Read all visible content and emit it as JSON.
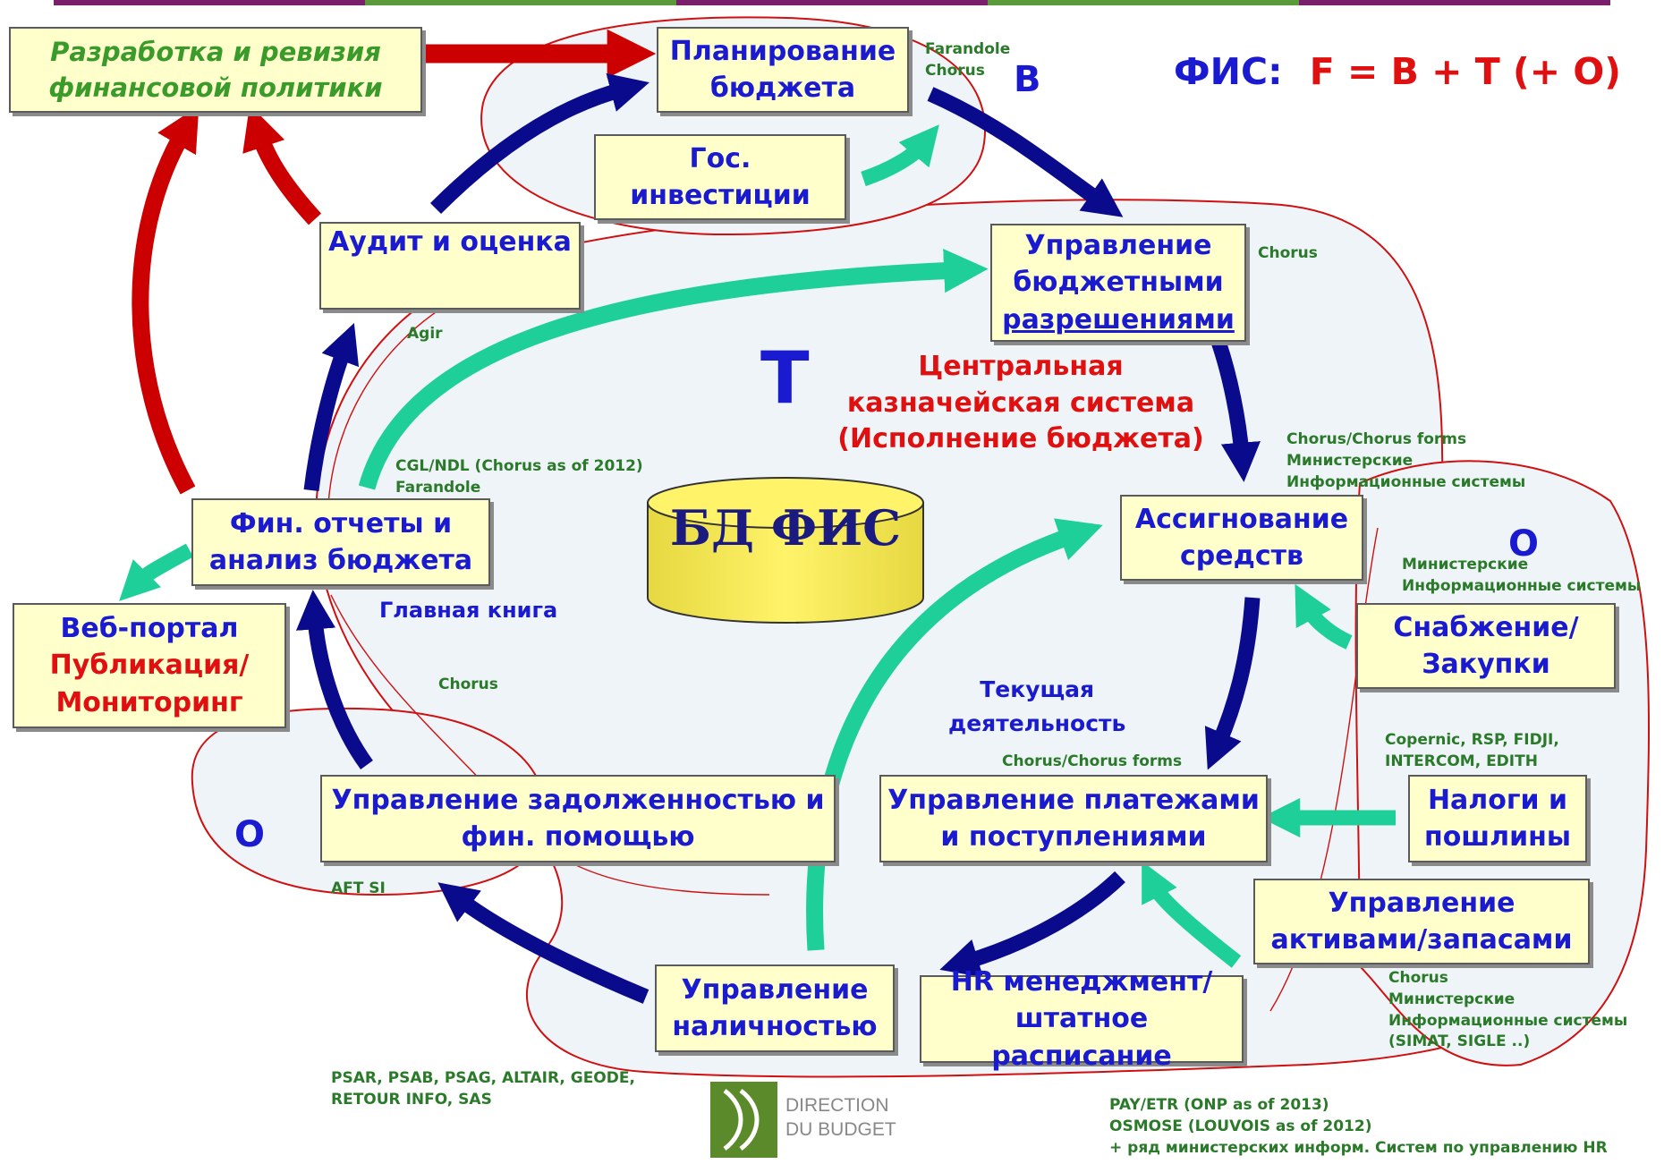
{
  "header_stripe_colors": [
    "#7a1f6b",
    "#5a9a3a",
    "#7a1f6b",
    "#5a9a3a",
    "#7a1f6b"
  ],
  "colors": {
    "blue_arrow": "#0a0a8c",
    "red_arrow": "#cc0000",
    "green_arrow": "#1fcf9a",
    "box_fill": "#ffffcc",
    "zone_fill": "#eef4f8",
    "zone_border": "#d01010",
    "label_green": "#2a7a2a",
    "label_blue": "#1a1ad0"
  },
  "formula": {
    "prefix": "ФИС:",
    "equation": "F = B + T (+ O)"
  },
  "zone_letters": {
    "b": "B",
    "t": "T",
    "o_left": "O",
    "o_right": "O"
  },
  "central_title": {
    "line1": "Центральная",
    "line2": "казначейская система",
    "line3": "(Исполнение бюджета)"
  },
  "database": {
    "label": "БД ФИС"
  },
  "boxes": {
    "policy": {
      "line1": "Разработка и ревизия",
      "line2": "финансовой политики"
    },
    "planning": {
      "line1": "Планирование",
      "line2": "бюджета"
    },
    "investments": {
      "line1": "Гос.",
      "line2": "инвестиции"
    },
    "audit": {
      "line1": "Аудит и оценка"
    },
    "authorizations": {
      "line1": "Управление",
      "line2": "бюджетными",
      "line3": "разрешениями"
    },
    "reports": {
      "line1": "Фин. отчеты и",
      "line2": "анализ бюджета"
    },
    "portal": {
      "line1": "Веб-портал",
      "line2": "Публикация/",
      "line3": "Мониторинг"
    },
    "allocation": {
      "line1": "Ассигнование",
      "line2": "средств"
    },
    "procurement": {
      "line1": "Снабжение/",
      "line2": "Закупки"
    },
    "debt": {
      "line1": "Управление задолженностью и",
      "line2": "фин. помощью"
    },
    "payments": {
      "line1": "Управление платежами",
      "line2": "и поступлениями"
    },
    "taxes": {
      "line1": "Налоги и",
      "line2": "пошлины"
    },
    "assets": {
      "line1": "Управление",
      "line2": "активами/запасами"
    },
    "cash": {
      "line1": "Управление",
      "line2": "наличностью"
    },
    "hr": {
      "line1": "HR менеджмент/",
      "line2": "штатное расписание"
    }
  },
  "labels": {
    "farandole_chorus": {
      "line1": "Farandole",
      "line2": "Chorus"
    },
    "chorus_top": "Chorus",
    "agir": "Agir",
    "cgl": {
      "line1": "CGL/NDL (Chorus as of 2012)",
      "line2": "Farandole"
    },
    "chorus_forms_top": {
      "line1": "Chorus/Chorus forms",
      "line2": "Министерские",
      "line3": "Информационные системы"
    },
    "ministerial_right": {
      "line1": "Министерские",
      "line2": "Информационные системы"
    },
    "main_ledger": "Главная книга",
    "chorus_mid": "Chorus",
    "current_activity": {
      "line1": "Текущая",
      "line2": "деятельность"
    },
    "chorus_forms_mid": "Chorus/Chorus forms",
    "copernic": {
      "line1": "Copernic, RSP, FIDJI,",
      "line2": "INTERCOM, EDITH"
    },
    "aft_si": "AFT SI",
    "chorus_bottom_right": {
      "line1": "Chorus",
      "line2": "Министерские",
      "line3": "Информационные системы",
      "line4": "(SIMAT, SIGLE ..)"
    },
    "psar": {
      "line1": "PSAR, PSAB, PSAG, ALTAIR, GEODE,",
      "line2": "RETOUR INFO, SAS"
    },
    "pay_etr": {
      "line1": "PAY/ETR (ONP as of 2013)",
      "line2": "OSMOSE (LOUVOIS as of 2012)",
      "line3": "+ ряд министерских информ. Систем по управлению HR"
    }
  },
  "logo": {
    "line1": "DIRECTION",
    "line2": "DU BUDGET"
  }
}
